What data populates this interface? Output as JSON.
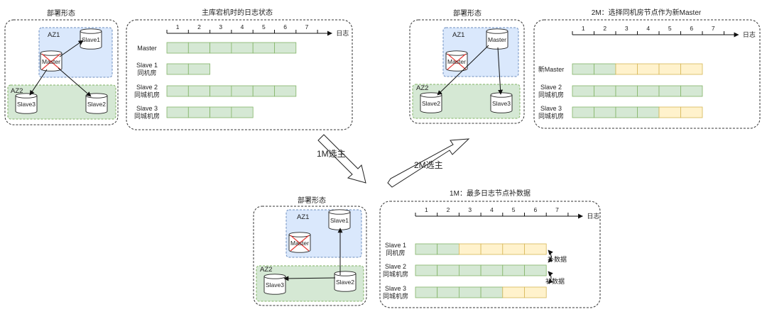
{
  "colors": {
    "az1_fill": "#dae8fc",
    "az1_stroke": "#6c8ebf",
    "az2_fill": "#d5e8d4",
    "az2_stroke": "#82b366",
    "log_green": "#d5e8d4",
    "log_yellow": "#fff2cc",
    "log_green_stroke": "#82b366",
    "log_yellow_stroke": "#d6b656",
    "fail_cross": "#e53935"
  },
  "axis": {
    "ticks": [
      "1",
      "2",
      "3",
      "4",
      "5",
      "6",
      "7"
    ],
    "unit": "日志"
  },
  "panel1": {
    "deploy_title": "部署形态",
    "log_title": "主库宕机时的日志状态",
    "az1": "AZ1",
    "az2": "AZ2",
    "master": "Master",
    "slave1": "Slave1",
    "slave2": "Slave2",
    "slave3": "Slave3",
    "rows": [
      {
        "label1": "Master",
        "label2": "",
        "logs": [
          "g",
          "g",
          "g",
          "g",
          "g",
          "g"
        ]
      },
      {
        "label1": "Slave 1",
        "label2": "同机房",
        "logs": [
          "g",
          "g"
        ]
      },
      {
        "label1": "Slave 2",
        "label2": "同城机房",
        "logs": [
          "g",
          "g",
          "g",
          "g",
          "g",
          "g"
        ]
      },
      {
        "label1": "Slave 3",
        "label2": "同城机房",
        "logs": [
          "g",
          "g",
          "g",
          "g"
        ]
      }
    ]
  },
  "panel2": {
    "deploy_title": "部署形态",
    "log_title": "1M：最多日志节点补数据",
    "az1": "AZ1",
    "az2": "AZ2",
    "master": "Master",
    "slave1": "Slave1",
    "slave2": "Slave2",
    "slave3": "Slave3",
    "rows": [
      {
        "label1": "Slave 1",
        "label2": "同机房",
        "logs": [
          "g",
          "g",
          "y",
          "y",
          "y",
          "y"
        ]
      },
      {
        "label1": "Slave 2",
        "label2": "同城机房",
        "logs": [
          "g",
          "g",
          "g",
          "g",
          "g",
          "g"
        ]
      },
      {
        "label1": "Slave 3",
        "label2": "同城机房",
        "logs": [
          "g",
          "g",
          "g",
          "g",
          "y",
          "y"
        ]
      }
    ],
    "fill_label": "补数据"
  },
  "panel3": {
    "deploy_title": "部署形态",
    "log_title": "2M：选择同机房节点作为新Master",
    "az1": "AZ1",
    "az2": "AZ2",
    "master": "Master",
    "old_master": "Master",
    "slave2": "Slave2",
    "slave3": "Slave3",
    "rows": [
      {
        "label1": "新Master",
        "label2": "",
        "logs": [
          "g",
          "g",
          "y",
          "y",
          "y",
          "y"
        ]
      },
      {
        "label1": "Slave 2",
        "label2": "同城机房",
        "logs": [
          "g",
          "g",
          "g",
          "g",
          "g",
          "g"
        ]
      },
      {
        "label1": "Slave 3",
        "label2": "同城机房",
        "logs": [
          "g",
          "g",
          "g",
          "g",
          "y",
          "y"
        ]
      }
    ]
  },
  "transitions": {
    "step1": "1M选主",
    "step2": "2M选主"
  }
}
